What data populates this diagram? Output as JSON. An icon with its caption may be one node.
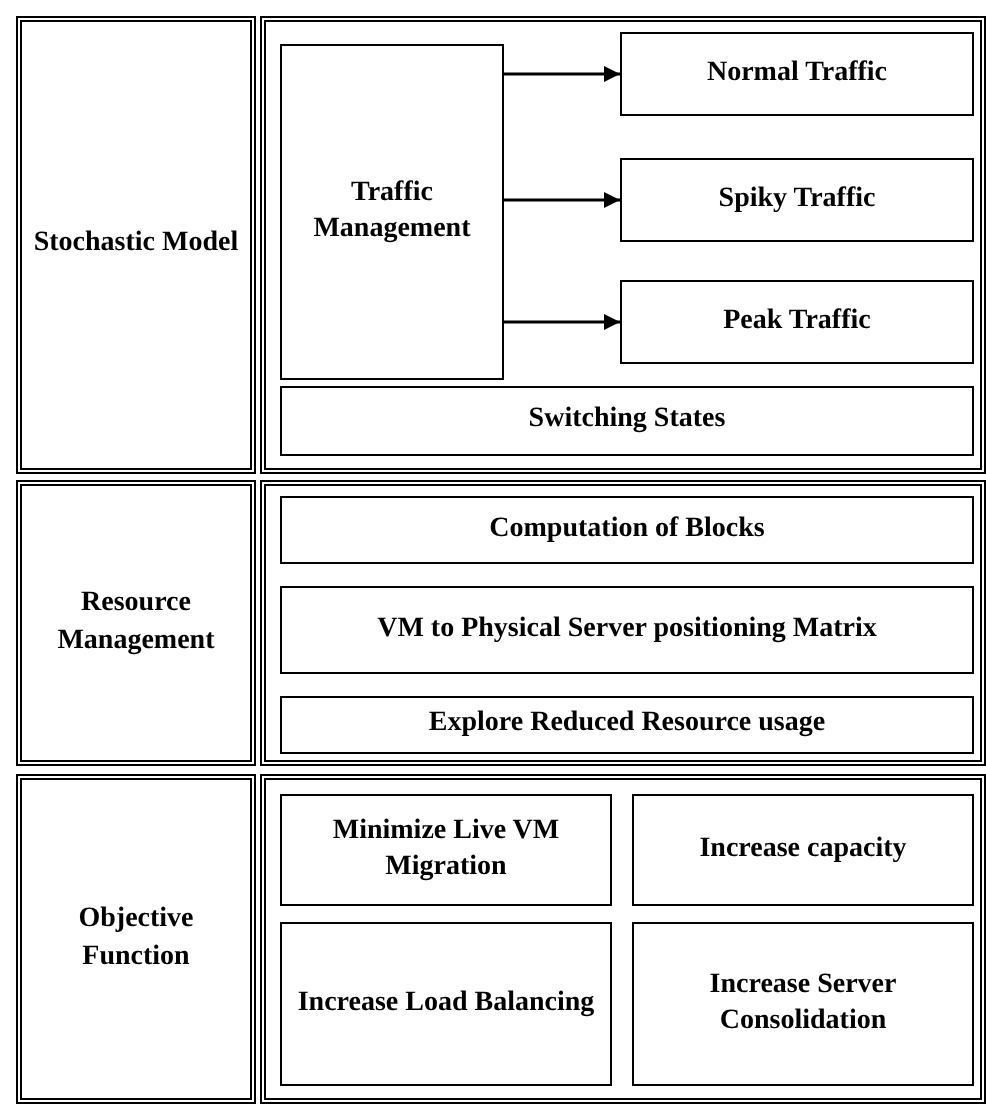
{
  "diagram": {
    "nodes": [
      {
        "text": [
          "Stochastic Model"
        ]
      },
      {
        "text": [],
        "shape": "box"
      },
      {
        "text": [
          "Traffic Management"
        ],
        "in": 1
      },
      {
        "text": [
          "Normal Traffic"
        ],
        "in": 1
      },
      {
        "text": [
          "Spiky Traffic"
        ],
        "in": 1
      },
      {
        "text": [
          "Peak Traffic"
        ],
        "in": 1
      },
      {
        "text": [
          "Switching States"
        ],
        "in": 1
      },
      {
        "text": [
          "Resource Management"
        ]
      },
      {
        "text": [],
        "shape": "box"
      },
      {
        "text": [
          "Computation of Blocks"
        ],
        "in": 8
      },
      {
        "text": [
          "VM to Physical Server positioning Matrix"
        ],
        "in": 8
      },
      {
        "text": [
          "Explore Reduced Resource usage"
        ],
        "in": 8
      },
      {
        "text": [
          "Objective Function"
        ]
      },
      {
        "text": [],
        "shape": "box"
      },
      {
        "text": [
          "Minimize Live VM Migration"
        ],
        "in": 13
      },
      {
        "text": [
          "Increase capacity"
        ],
        "in": 13
      },
      {
        "text": [
          "Increase Load Balancing"
        ],
        "in": 13
      },
      {
        "text": [
          "Increase Server Consolidation"
        ],
        "in": 13
      }
    ],
    "edges": [
      {
        "from": 2,
        "to": 3,
        "arrow": "to"
      },
      {
        "from": 2,
        "to": 4,
        "arrow": "to"
      },
      {
        "from": 2,
        "to": 5,
        "arrow": "to"
      }
    ]
  }
}
